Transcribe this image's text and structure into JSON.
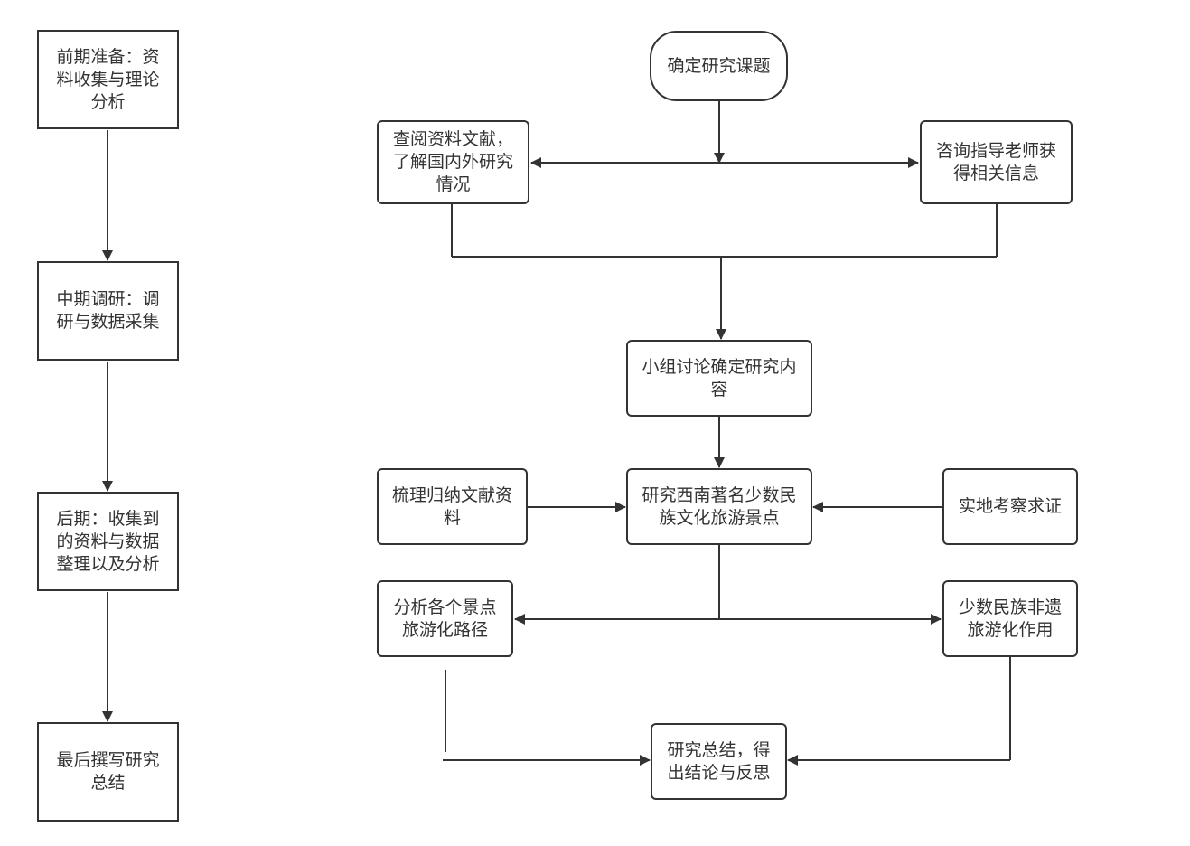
{
  "timeline": [
    {
      "label": "前期准备：资料收集与理论分析"
    },
    {
      "label": "中期调研：调研与数据采集"
    },
    {
      "label": "后期：收集到的资料与数据整理以及分析"
    },
    {
      "label": "最后撰写研究总结"
    }
  ],
  "flow": {
    "start": "确定研究课题",
    "literature": "查阅资料文献，了解国内外研究情况",
    "tutor": "咨询指导老师获得相关信息",
    "discuss": "小组讨论确定研究内容",
    "sort": "梳理归纳文献资料",
    "main": "研究西南著名少数民族文化旅游景点",
    "field": "实地考察求证",
    "paths": "分析各个景点旅游化路径",
    "role": "少数民族非遗旅游化作用",
    "conclusion": "研究总结，得出结论与反思"
  },
  "colors": {
    "stroke": "#333333",
    "background": "#ffffff"
  }
}
